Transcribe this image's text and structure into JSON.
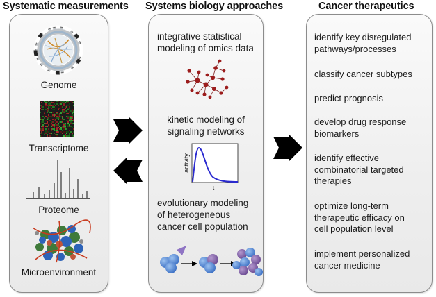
{
  "headings": {
    "measurements": "Systematic measurements",
    "approaches": "Systems biology approaches",
    "therapeutics": "Cancer therapeutics"
  },
  "measurements": {
    "genome": "Genome",
    "transcriptome": "Transcriptome",
    "proteome": "Proteome",
    "microenvironment": "Microenvironment"
  },
  "approaches": {
    "statistical_line1": "integrative statistical",
    "statistical_line2": "modeling of omics data",
    "kinetic_line1": "kinetic modeling of",
    "kinetic_line2": "signaling networks",
    "plot_ylabel": "activity",
    "plot_xlabel": "t",
    "evolutionary_line1": "evolutionary modeling",
    "evolutionary_line2": "of heterogeneous",
    "evolutionary_line3": "cancer cell population"
  },
  "therapeutics": [
    {
      "line1": "identify key disregulated",
      "line2": "pathways/processes",
      "line3": ""
    },
    {
      "line1": "classify cancer subtypes",
      "line2": "",
      "line3": ""
    },
    {
      "line1": "predict prognosis",
      "line2": "",
      "line3": ""
    },
    {
      "line1": "develop drug response",
      "line2": "biomarkers",
      "line3": ""
    },
    {
      "line1": "identify effective",
      "line2": "combinatorial targeted",
      "line3": "therapies"
    },
    {
      "line1": "optimize long-term",
      "line2": "therapeutic efficacy on",
      "line3": "cell population level"
    },
    {
      "line1": "implement personalized",
      "line2": "cancer medicine",
      "line3": ""
    }
  ],
  "colors": {
    "arrow": "#000000",
    "network_node": "#8b1a1a",
    "curve": "#2a2ad0",
    "cell_blue": "#4d86d6",
    "cell_purple": "#7a5a9e"
  }
}
